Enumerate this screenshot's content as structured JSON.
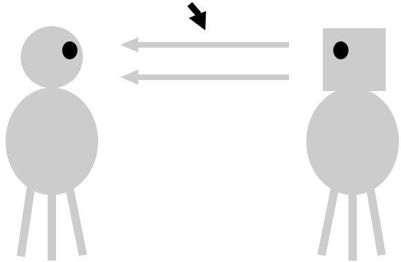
{
  "diagram": {
    "description_none": "",
    "figures": [
      {
        "id": "left",
        "head_shape": "circle",
        "color": "#cccccc",
        "eye_color": "#000000",
        "legs": 3,
        "facing": "right"
      },
      {
        "id": "right",
        "head_shape": "square",
        "color": "#cccccc",
        "eye_color": "#000000",
        "legs": 3,
        "facing": "left"
      }
    ],
    "arrows": {
      "count": 2,
      "direction": "right-to-left",
      "color": "#cccccc"
    },
    "pointer": {
      "icon": "pointer-arrow-icon",
      "color": "#000000",
      "direction": "down-right"
    }
  }
}
